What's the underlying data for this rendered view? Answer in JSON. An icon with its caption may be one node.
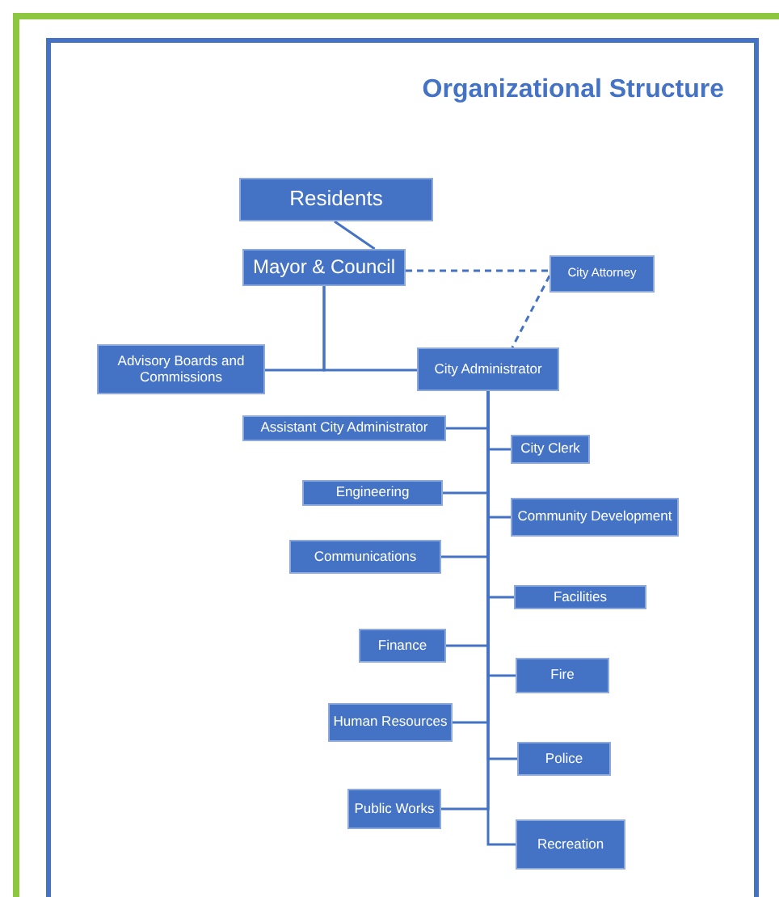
{
  "diagram": {
    "title": "Organizational Structure",
    "nodes": [
      {
        "text": [
          "Residents"
        ]
      },
      {
        "text": [
          "Mayor & Council"
        ]
      },
      {
        "text": [
          "City Attorney"
        ]
      },
      {
        "text": [
          "Advisory Boards and Commissions"
        ]
      },
      {
        "text": [
          "City Administrator"
        ]
      },
      {
        "text": [
          "Assistant City Administrator"
        ]
      },
      {
        "text": [
          "City Clerk"
        ]
      },
      {
        "text": [
          "Engineering"
        ]
      },
      {
        "text": [
          "Community Development"
        ]
      },
      {
        "text": [
          "Communications"
        ]
      },
      {
        "text": [
          "Facilities"
        ]
      },
      {
        "text": [
          "Finance"
        ]
      },
      {
        "text": [
          "Fire"
        ]
      },
      {
        "text": [
          "Human Resources"
        ]
      },
      {
        "text": [
          "Police"
        ]
      },
      {
        "text": [
          "Public Works"
        ]
      },
      {
        "text": [
          "Recreation"
        ]
      }
    ],
    "edges": [
      {
        "from": 0,
        "to": 1,
        "arrow": "none"
      },
      {
        "from": 1,
        "to": 3,
        "arrow": "none"
      },
      {
        "from": 1,
        "to": 4,
        "arrow": "none"
      },
      {
        "from": 1,
        "to": 2,
        "arrow": "none",
        "style": "dashed"
      },
      {
        "from": 2,
        "to": 4,
        "arrow": "none",
        "style": "dashed"
      },
      {
        "from": 4,
        "to": 5,
        "arrow": "none"
      },
      {
        "from": 4,
        "to": 6,
        "arrow": "none"
      },
      {
        "from": 4,
        "to": 7,
        "arrow": "none"
      },
      {
        "from": 4,
        "to": 8,
        "arrow": "none"
      },
      {
        "from": 4,
        "to": 9,
        "arrow": "none"
      },
      {
        "from": 4,
        "to": 10,
        "arrow": "none"
      },
      {
        "from": 4,
        "to": 11,
        "arrow": "none"
      },
      {
        "from": 4,
        "to": 12,
        "arrow": "none"
      },
      {
        "from": 4,
        "to": 13,
        "arrow": "none"
      },
      {
        "from": 4,
        "to": 14,
        "arrow": "none"
      },
      {
        "from": 4,
        "to": 15,
        "arrow": "none"
      },
      {
        "from": 4,
        "to": 16,
        "arrow": "none"
      }
    ]
  }
}
